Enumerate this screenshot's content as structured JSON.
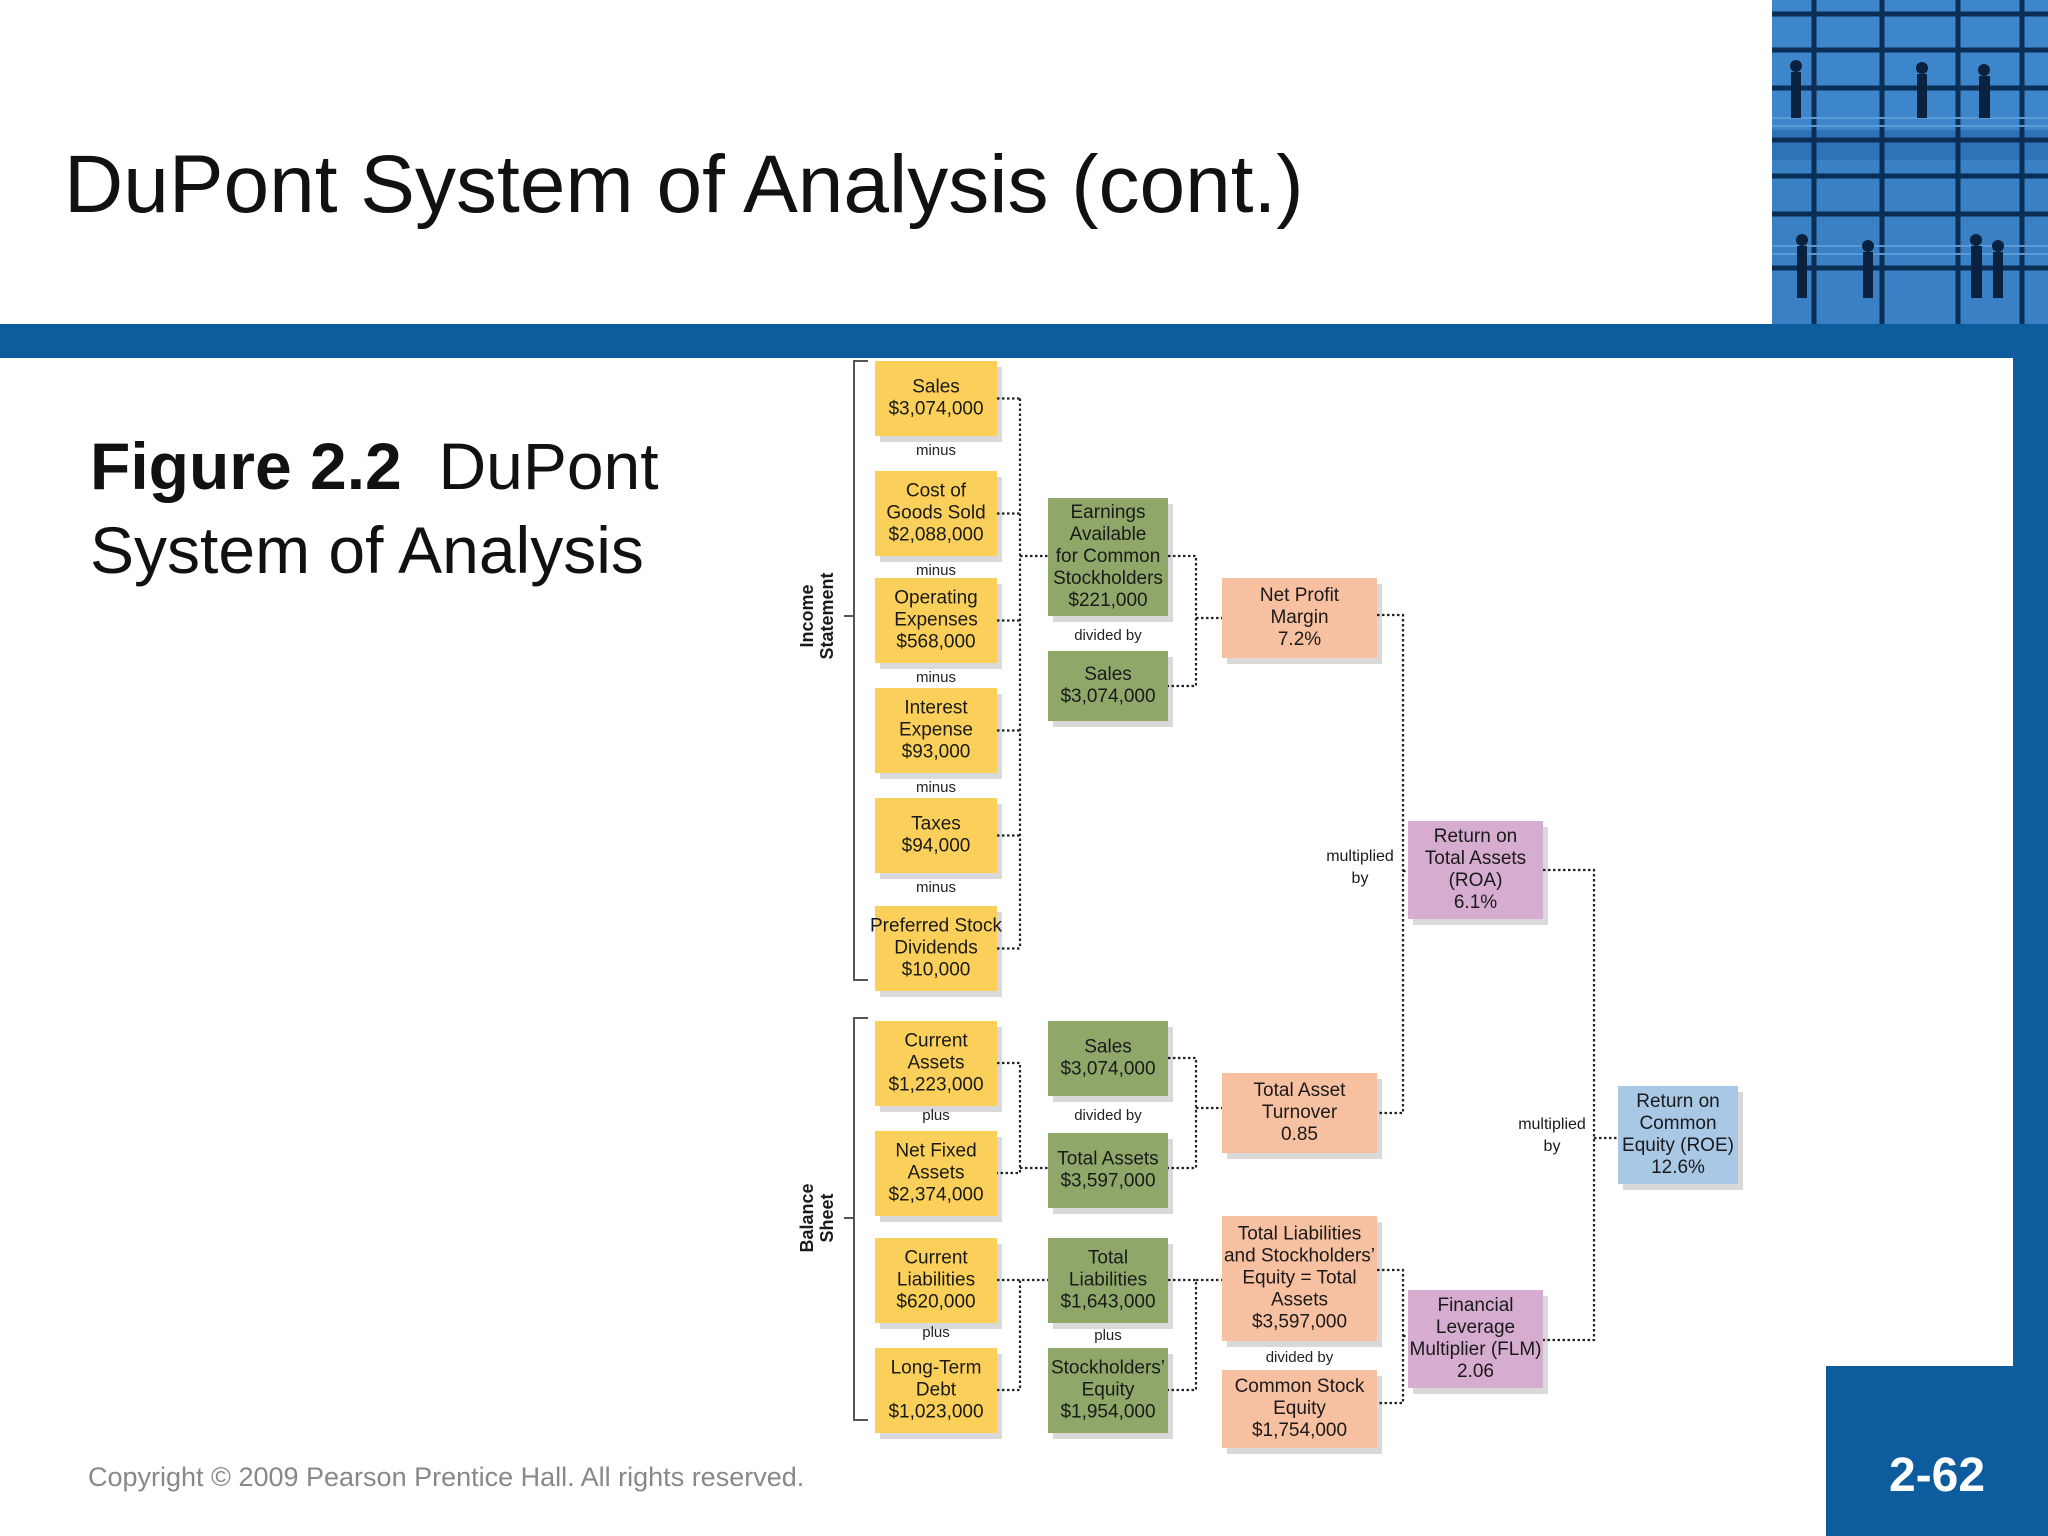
{
  "slide": {
    "title": "DuPont System of Analysis (cont.)",
    "figure_label": "Figure 2.2",
    "figure_name_line1": "DuPont",
    "figure_name_line2": "System of Analysis",
    "copyright": "Copyright © 2009 Pearson Prentice Hall. All rights reserved.",
    "page_number": "2-62"
  },
  "colors": {
    "brand_blue": "#0d5c9e",
    "yellow_box": "#fbd05a",
    "green_box": "#8fa86a",
    "salmon_box": "#f7c0a0",
    "purple_box": "#d6acd0",
    "blue_box": "#a9c8e6"
  },
  "diagram": {
    "section_income": [
      "Income",
      "Statement"
    ],
    "section_balance": [
      "Balance",
      "Sheet"
    ],
    "income_items": [
      {
        "lines": [
          "Sales",
          "$3,074,000"
        ],
        "op": "minus"
      },
      {
        "lines": [
          "Cost of",
          "Goods Sold",
          "$2,088,000"
        ],
        "op": "minus"
      },
      {
        "lines": [
          "Operating",
          "Expenses",
          "$568,000"
        ],
        "op": "minus"
      },
      {
        "lines": [
          "Interest",
          "Expense",
          "$93,000"
        ],
        "op": "minus"
      },
      {
        "lines": [
          "Taxes",
          "$94,000"
        ],
        "op": "minus"
      },
      {
        "lines": [
          "Preferred Stock",
          "Dividends",
          "$10,000"
        ]
      }
    ],
    "earnings_available": {
      "lines": [
        "Earnings",
        "Available",
        "for Common",
        "Stockholders",
        "$221,000"
      ],
      "op": "divided by"
    },
    "sales_upper": {
      "lines": [
        "Sales",
        "$3,074,000"
      ]
    },
    "net_profit_margin": {
      "lines": [
        "Net Profit",
        "Margin",
        "7.2%"
      ]
    },
    "roa": {
      "lines": [
        "Return on",
        "Total Assets",
        "(ROA)",
        "6.1%"
      ]
    },
    "multiplied_by_1": [
      "multiplied",
      "by"
    ],
    "current_assets": {
      "lines": [
        "Current",
        "Assets",
        "$1,223,000"
      ],
      "op": "plus"
    },
    "net_fixed_assets": {
      "lines": [
        "Net Fixed",
        "Assets",
        "$2,374,000"
      ]
    },
    "sales_lower": {
      "lines": [
        "Sales",
        "$3,074,000"
      ],
      "op": "divided by"
    },
    "total_assets": {
      "lines": [
        "Total Assets",
        "$3,597,000"
      ]
    },
    "total_asset_turnover": {
      "lines": [
        "Total Asset",
        "Turnover",
        "0.85"
      ]
    },
    "multiplied_by_2": [
      "multiplied",
      "by"
    ],
    "roe": {
      "lines": [
        "Return on",
        "Common",
        "Equity (ROE)",
        "12.6%"
      ]
    },
    "current_liabilities": {
      "lines": [
        "Current",
        "Liabilities",
        "$620,000"
      ],
      "op": "plus"
    },
    "long_term_debt": {
      "lines": [
        "Long-Term",
        "Debt",
        "$1,023,000"
      ]
    },
    "total_liabilities": {
      "lines": [
        "Total",
        "Liabilities",
        "$1,643,000"
      ],
      "op": "plus"
    },
    "stockholders_equity": {
      "lines": [
        "Stockholders’",
        "Equity",
        "$1,954,000"
      ]
    },
    "total_liab_equity": {
      "lines": [
        "Total Liabilities",
        "and Stockholders’",
        "Equity = Total",
        "Assets",
        "$3,597,000"
      ],
      "op": "divided by"
    },
    "common_stock_equity": {
      "lines": [
        "Common Stock",
        "Equity",
        "$1,754,000"
      ]
    },
    "flm": {
      "lines": [
        "Financial",
        "Leverage",
        "Multiplier (FLM)",
        "2.06"
      ]
    }
  }
}
